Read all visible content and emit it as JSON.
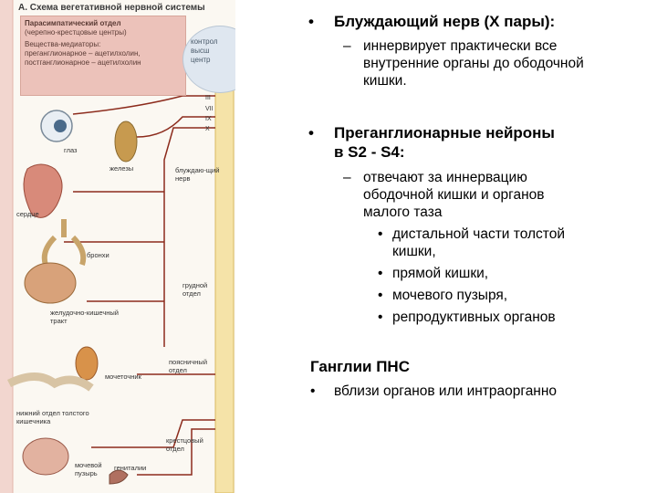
{
  "figure": {
    "title": "А. Схема вегетативной нервной системы",
    "legend_lines": [
      "Парасимпатический отдел",
      "(черепно-крестцовые центры)",
      "Вещества-медиаторы:",
      "преганглионарное – ацетилхолин,",
      "постганглионарное – ацетилхолин"
    ],
    "center_lines": [
      "контрол",
      "высш",
      "центр"
    ],
    "roman_numerals": [
      "III",
      "VII",
      "IX",
      "X"
    ],
    "labels": {
      "eye": "глаз",
      "glands": "железы",
      "vagus": "блуждаю-щий нерв",
      "heart": "сердце",
      "bronchi": "бронхи",
      "thoracic": "грудной отдел",
      "gi": "желудочно-кишечный тракт",
      "lumbar": "поясничный отдел",
      "kidney": "мочеточник",
      "colon": "нижний отдел толстого кишечника",
      "sacral": "крестцовый отдел",
      "bladder": "мочевой пузырь",
      "genitals": "гениталии"
    }
  },
  "content": {
    "bullet1": {
      "title": "Блуждающий нерв (X пары):",
      "dash_lines": [
        "иннервирует практически все",
        "внутренние органы до ободочной",
        "кишки."
      ]
    },
    "bullet2": {
      "title_line1": "Преганглионарные нейроны",
      "title_line2": "в S2 - S4:",
      "dash_lines": [
        "отвечают за иннервацию",
        "ободочной кишки и органов",
        "малого таза"
      ],
      "items": [
        [
          "дистальной части толстой",
          "кишки,"
        ],
        [
          "прямой кишки,"
        ],
        [
          "мочевого пузыря,"
        ],
        [
          "репродуктивных органов"
        ]
      ]
    },
    "section": {
      "heading": "Ганглии ПНС",
      "bullet": "вблизи органов или интраорганно"
    }
  }
}
